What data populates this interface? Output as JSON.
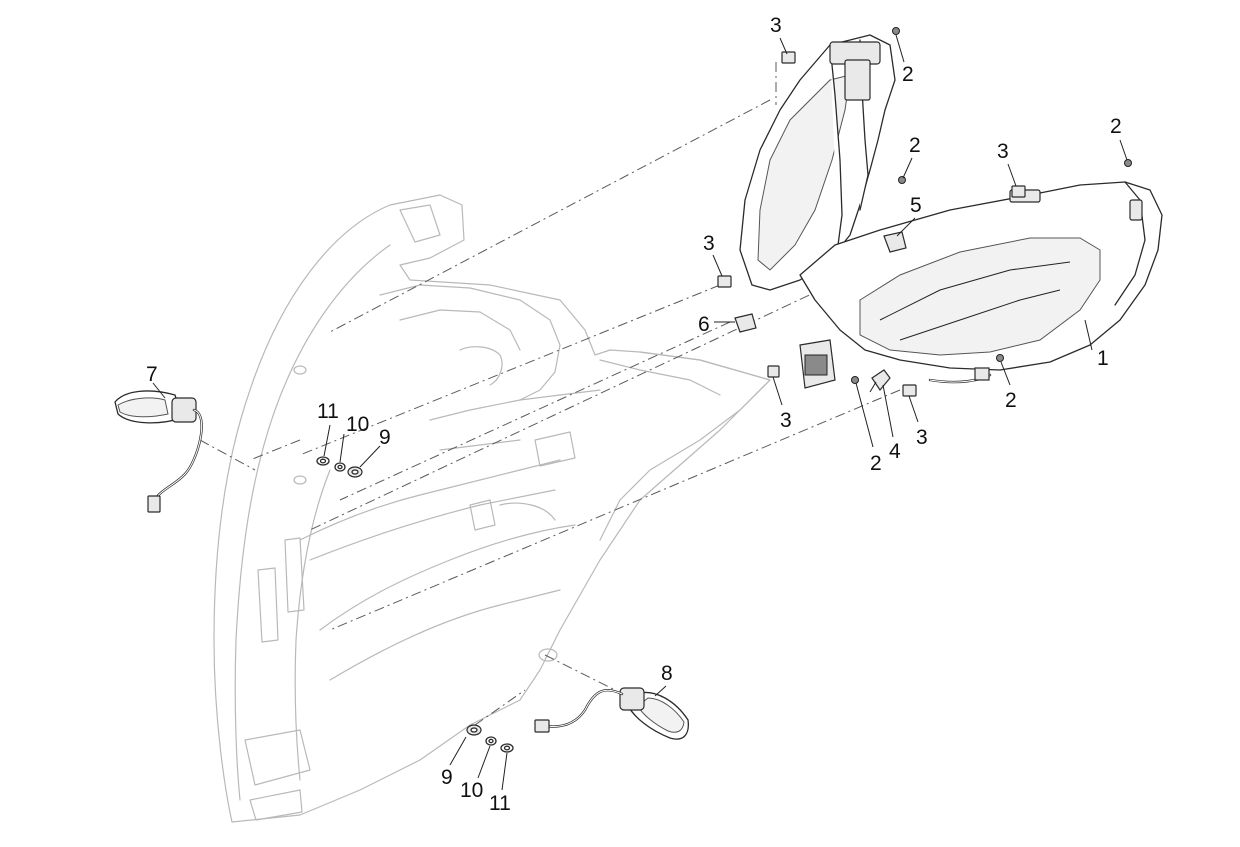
{
  "callouts": [
    {
      "id": "c1",
      "number": "1"
    },
    {
      "id": "c2a",
      "number": "2"
    },
    {
      "id": "c2b",
      "number": "2"
    },
    {
      "id": "c2c",
      "number": "2"
    },
    {
      "id": "c2d",
      "number": "2"
    },
    {
      "id": "c2e",
      "number": "2"
    },
    {
      "id": "c3a",
      "number": "3"
    },
    {
      "id": "c3b",
      "number": "3"
    },
    {
      "id": "c3c",
      "number": "3"
    },
    {
      "id": "c3d",
      "number": "3"
    },
    {
      "id": "c3e",
      "number": "3"
    },
    {
      "id": "c4",
      "number": "4"
    },
    {
      "id": "c5",
      "number": "5"
    },
    {
      "id": "c6",
      "number": "6"
    },
    {
      "id": "c7",
      "number": "7"
    },
    {
      "id": "c8",
      "number": "8"
    },
    {
      "id": "c9a",
      "number": "9"
    },
    {
      "id": "c9b",
      "number": "9"
    },
    {
      "id": "c10a",
      "number": "10"
    },
    {
      "id": "c10b",
      "number": "10"
    },
    {
      "id": "c11a",
      "number": "11"
    },
    {
      "id": "c11b",
      "number": "11"
    }
  ]
}
